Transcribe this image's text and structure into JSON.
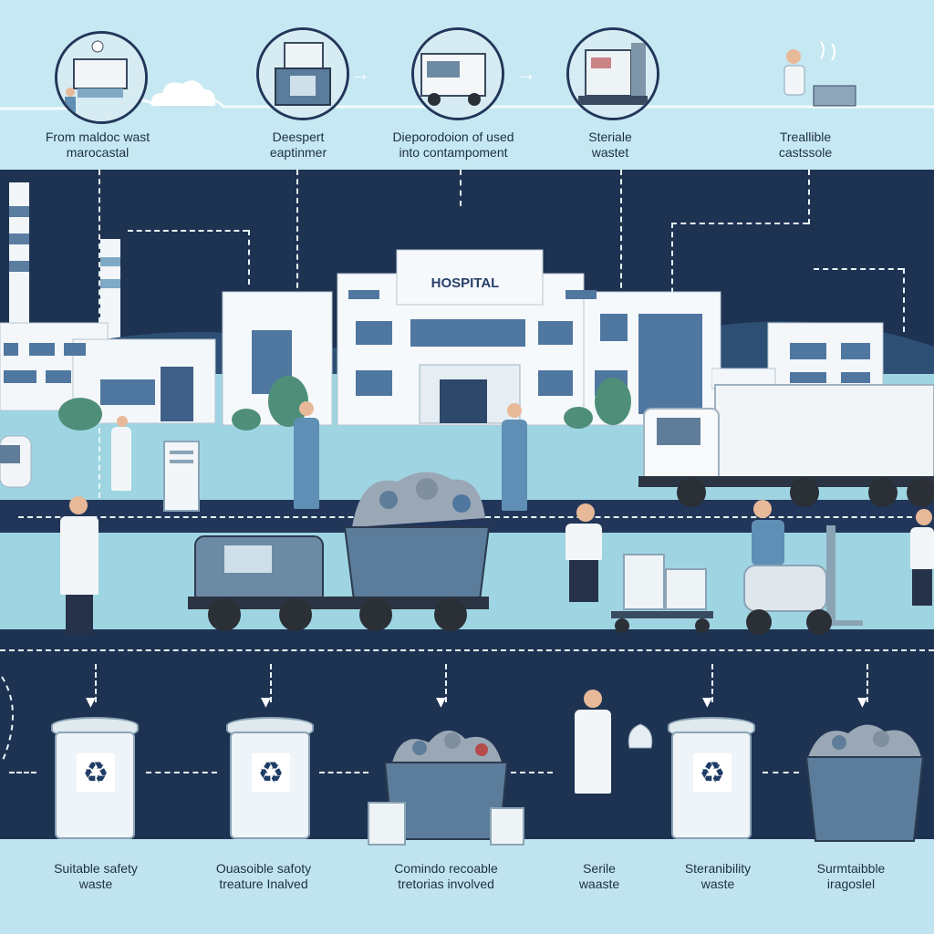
{
  "hospital_sign": "HOSPITAL",
  "process_steps": [
    {
      "label_line1": "From maldoc wast",
      "label_line2": "marocastal",
      "icon": "hospital-room-icon"
    },
    {
      "label_line1": "Deespert",
      "label_line2": "eaptinmer",
      "icon": "equipment-box-icon"
    },
    {
      "label_line1": "Dieporodoion of used",
      "label_line2": "into contampoment",
      "icon": "truck-icon"
    },
    {
      "label_line1": "Steriale",
      "label_line2": "wastet",
      "icon": "sterilizer-icon"
    },
    {
      "label_line1": "Treallible",
      "label_line2": "castssole",
      "icon": "technician-icon"
    }
  ],
  "bins": [
    {
      "label_line1": "Suitable safety",
      "label_line2": "waste",
      "type": "recycle-bin"
    },
    {
      "label_line1": "Ouasoible safoty",
      "label_line2": "treature Inalved",
      "type": "recycle-bin"
    },
    {
      "label_line1": "Comindo recoable",
      "label_line2": "tretorias involved",
      "type": "open-bin"
    },
    {
      "label_line1": "Serile",
      "label_line2": "waaste",
      "type": "person-tray"
    },
    {
      "label_line1": "Steranibility",
      "label_line2": "waste",
      "type": "recycle-bin"
    },
    {
      "label_line1": "Surmtaibble",
      "label_line2": "iragoslel",
      "type": "open-bin"
    }
  ],
  "icons": {
    "recycle": "♻",
    "arrow_right": "→",
    "arrow_down": "▼"
  },
  "colors": {
    "sky": "#c6e8f2",
    "navy": "#1e3352",
    "ground": "#9fd5e2",
    "accent": "#27406a"
  }
}
